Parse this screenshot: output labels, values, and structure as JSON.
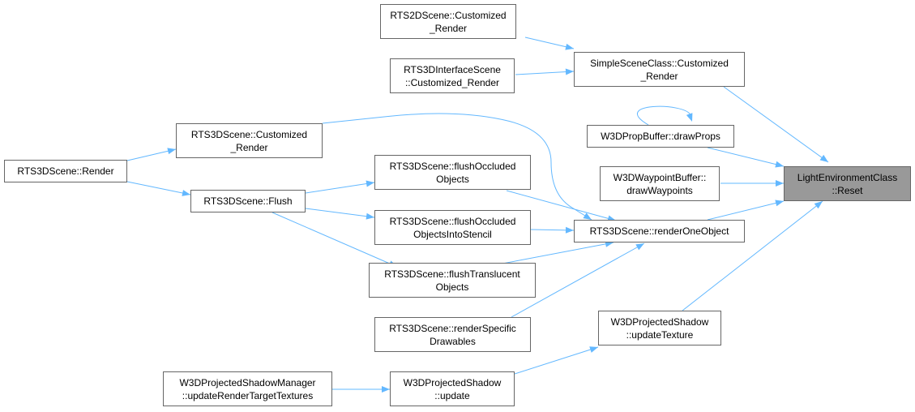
{
  "colors": {
    "edge": "#63b8ff",
    "border": "#666666",
    "root_fill": "#999999",
    "node_fill": "#ffffff"
  },
  "nodes": {
    "root": {
      "lines": [
        "LightEnvironmentClass",
        "::Reset"
      ]
    },
    "rts2d_customized_render": {
      "lines": [
        "RTS2DScene::Customized",
        "_Render"
      ]
    },
    "rts3d_interface_customized_render": {
      "lines": [
        "RTS3DInterfaceScene",
        "::Customized_Render"
      ]
    },
    "simplescene_customized_render": {
      "lines": [
        "SimpleSceneClass::Customized",
        "_Render"
      ]
    },
    "drawprops": {
      "lines": [
        "W3DPropBuffer::drawProps"
      ]
    },
    "drawwaypoints": {
      "lines": [
        "W3DWaypointBuffer::",
        "drawWaypoints"
      ]
    },
    "rts3d_customized_render": {
      "lines": [
        "RTS3DScene::Customized",
        "_Render"
      ]
    },
    "rts3d_render": {
      "lines": [
        "RTS3DScene::Render"
      ]
    },
    "rts3d_flush": {
      "lines": [
        "RTS3DScene::Flush"
      ]
    },
    "flush_occluded": {
      "lines": [
        "RTS3DScene::flushOccluded",
        "Objects"
      ]
    },
    "flush_occluded_stencil": {
      "lines": [
        "RTS3DScene::flushOccluded",
        "ObjectsIntoStencil"
      ]
    },
    "flush_translucent": {
      "lines": [
        "RTS3DScene::flushTranslucent",
        "Objects"
      ]
    },
    "render_specific": {
      "lines": [
        "RTS3DScene::renderSpecific",
        "Drawables"
      ]
    },
    "render_one_object": {
      "lines": [
        "RTS3DScene::renderOneObject"
      ]
    },
    "projshadow_updatetexture": {
      "lines": [
        "W3DProjectedShadow",
        "::updateTexture"
      ]
    },
    "projshadow_update": {
      "lines": [
        "W3DProjectedShadow",
        "::update"
      ]
    },
    "projshadowmgr_update": {
      "lines": [
        "W3DProjectedShadowManager",
        "::updateRenderTargetTextures"
      ]
    }
  }
}
